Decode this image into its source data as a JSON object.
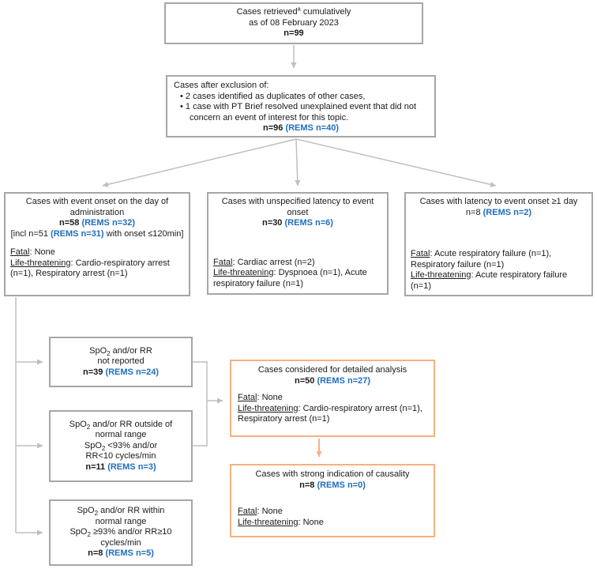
{
  "colors": {
    "blue": "#1F6EBE",
    "border_gray": "#A6A6A6",
    "arrow_gray": "#BFBFBF",
    "orange": "#F4B183",
    "text": "#1A1A1A"
  },
  "boxes": {
    "retrieved": {
      "lines": [
        {
          "a": "c",
          "segs": [
            {
              "t": "Cases retrieved",
              "s": ""
            },
            {
              "t": "a",
              "s": "sup"
            },
            {
              "t": " cumulatively",
              "s": ""
            }
          ]
        },
        {
          "a": "c",
          "segs": [
            {
              "t": "as of 08 February 2023",
              "s": ""
            }
          ]
        },
        {
          "a": "c",
          "segs": [
            {
              "t": "n=99",
              "s": "b"
            }
          ]
        }
      ]
    },
    "exclusion": {
      "lines": [
        {
          "a": "l",
          "segs": [
            {
              "t": "Cases after exclusion of:",
              "s": ""
            }
          ]
        },
        {
          "a": "l",
          "bullet": true,
          "segs": [
            {
              "t": "•  ",
              "s": ""
            },
            {
              "t": "2 cases identified as duplicates of other cases,",
              "s": ""
            }
          ]
        },
        {
          "a": "l",
          "bullet": true,
          "segs": [
            {
              "t": "•  ",
              "s": ""
            },
            {
              "t": "1 case with PT Brief resolved unexplained event that did not concern an event of interest for this topic.",
              "s": ""
            }
          ]
        },
        {
          "a": "c",
          "segs": [
            {
              "t": "n=96",
              "s": "b"
            },
            {
              "t": " ",
              "s": ""
            },
            {
              "t": "(REMS n=40)",
              "s": "bb"
            }
          ]
        }
      ]
    },
    "onset_day": {
      "lines": [
        {
          "a": "c",
          "segs": [
            {
              "t": "Cases with event onset on the day of administration",
              "s": ""
            }
          ]
        },
        {
          "a": "c",
          "segs": [
            {
              "t": "n=58",
              "s": "b"
            },
            {
              "t": " ",
              "s": ""
            },
            {
              "t": "(REMS n=32)",
              "s": "bb"
            }
          ]
        },
        {
          "a": "c",
          "segs": [
            {
              "t": "[incl n=51 ",
              "s": ""
            },
            {
              "t": "(REMS n=31)",
              "s": "bb"
            },
            {
              "t": " with onset ≤120min]",
              "s": ""
            }
          ]
        },
        {
          "gap": 10
        },
        {
          "a": "l",
          "segs": [
            {
              "t": "Fatal",
              "s": "u"
            },
            {
              "t": ": None",
              "s": ""
            }
          ]
        },
        {
          "a": "l",
          "segs": [
            {
              "t": "Life-threatening",
              "s": "u"
            },
            {
              "t": ": Cardio-respiratory arrest (n=1), Respiratory arrest (n=1)",
              "s": ""
            }
          ]
        }
      ]
    },
    "unspecified": {
      "lines": [
        {
          "a": "c",
          "segs": [
            {
              "t": "Cases with unspecified latency to event onset",
              "s": ""
            }
          ]
        },
        {
          "a": "c",
          "segs": [
            {
              "t": "n=30",
              "s": "b"
            },
            {
              "t": " ",
              "s": ""
            },
            {
              "t": "(REMS n=6)",
              "s": "bb"
            }
          ]
        },
        {
          "gap": 36
        },
        {
          "a": "l",
          "segs": [
            {
              "t": "Fatal",
              "s": "u"
            },
            {
              "t": ": Cardiac arrest (n=2)",
              "s": ""
            }
          ]
        },
        {
          "a": "l",
          "segs": [
            {
              "t": "Life-threatening",
              "s": "u"
            },
            {
              "t": ": Dyspnoea (n=1), Acute respiratory failure (n=1)",
              "s": ""
            }
          ]
        }
      ]
    },
    "latency": {
      "lines": [
        {
          "a": "c",
          "segs": [
            {
              "t": "Cases with latency to event onset ≥1 day",
              "s": ""
            }
          ]
        },
        {
          "a": "c",
          "segs": [
            {
              "t": "n=8 ",
              "s": ""
            },
            {
              "t": "(REMS n=2)",
              "s": "bb"
            }
          ]
        },
        {
          "gap": 40
        },
        {
          "a": "l",
          "segs": [
            {
              "t": "Fatal",
              "s": "u"
            },
            {
              "t": ": Acute respiratory failure (n=1), Respiratory failure (n=1)",
              "s": ""
            }
          ]
        },
        {
          "a": "l",
          "segs": [
            {
              "t": "Life-threatening",
              "s": "u"
            },
            {
              "t": ": Acute respiratory failure (n=1)",
              "s": ""
            }
          ]
        }
      ]
    },
    "spo2_not_reported": {
      "lines": [
        {
          "a": "c",
          "segs": [
            {
              "t": "SpO",
              "s": ""
            },
            {
              "t": "2",
              "s": "sub"
            },
            {
              "t": " and/or RR",
              "s": ""
            }
          ]
        },
        {
          "a": "c",
          "segs": [
            {
              "t": "not reported",
              "s": ""
            }
          ]
        },
        {
          "a": "c",
          "segs": [
            {
              "t": "n=39",
              "s": "b"
            },
            {
              "t": " ",
              "s": ""
            },
            {
              "t": "(REMS n=24)",
              "s": "bb"
            }
          ]
        }
      ]
    },
    "spo2_outside": {
      "lines": [
        {
          "a": "c",
          "segs": [
            {
              "t": "SpO",
              "s": ""
            },
            {
              "t": "2",
              "s": "sub"
            },
            {
              "t": " and/or RR outside of",
              "s": ""
            }
          ]
        },
        {
          "a": "c",
          "segs": [
            {
              "t": "normal range",
              "s": ""
            }
          ]
        },
        {
          "a": "c",
          "segs": [
            {
              "t": "SpO",
              "s": ""
            },
            {
              "t": "2",
              "s": "sub"
            },
            {
              "t": " <93% and/or",
              "s": ""
            }
          ]
        },
        {
          "a": "c",
          "segs": [
            {
              "t": "RR<10 cycles/min",
              "s": ""
            }
          ]
        },
        {
          "a": "c",
          "segs": [
            {
              "t": "n=11",
              "s": "b"
            },
            {
              "t": " ",
              "s": ""
            },
            {
              "t": "(REMS n=3)",
              "s": "bb"
            }
          ]
        }
      ]
    },
    "spo2_within": {
      "lines": [
        {
          "a": "c",
          "segs": [
            {
              "t": "SpO",
              "s": ""
            },
            {
              "t": "2",
              "s": "sub"
            },
            {
              "t": " and/or RR within",
              "s": ""
            }
          ]
        },
        {
          "a": "c",
          "segs": [
            {
              "t": "normal range",
              "s": ""
            }
          ]
        },
        {
          "a": "c",
          "segs": [
            {
              "t": "SpO",
              "s": ""
            },
            {
              "t": "2",
              "s": "sub"
            },
            {
              "t": " ≥93% and/or RR≥10",
              "s": ""
            }
          ]
        },
        {
          "a": "c",
          "segs": [
            {
              "t": "cycles/min",
              "s": ""
            }
          ]
        },
        {
          "a": "c",
          "segs": [
            {
              "t": "n=8",
              "s": "b"
            },
            {
              "t": " ",
              "s": ""
            },
            {
              "t": "(REMS n=5)",
              "s": "bb"
            }
          ]
        }
      ]
    },
    "detailed": {
      "lines": [
        {
          "a": "c",
          "segs": [
            {
              "t": "Cases considered for detailed analysis",
              "s": ""
            }
          ]
        },
        {
          "a": "c",
          "segs": [
            {
              "t": "n=50",
              "s": "b"
            },
            {
              "t": " ",
              "s": ""
            },
            {
              "t": "(REMS n=27)",
              "s": "bb"
            }
          ]
        },
        {
          "gap": 8
        },
        {
          "a": "l",
          "segs": [
            {
              "t": "Fatal",
              "s": "u"
            },
            {
              "t": ": None",
              "s": ""
            }
          ]
        },
        {
          "a": "l",
          "segs": [
            {
              "t": "Life-threatening",
              "s": "u"
            },
            {
              "t": ": Cardio-respiratory arrest (n=1), Respiratory arrest (n=1)",
              "s": ""
            }
          ]
        }
      ]
    },
    "causality": {
      "lines": [
        {
          "a": "c",
          "segs": [
            {
              "t": "Cases with strong indication of causality",
              "s": ""
            }
          ]
        },
        {
          "a": "c",
          "segs": [
            {
              "t": "n=8",
              "s": "b"
            },
            {
              "t": " ",
              "s": ""
            },
            {
              "t": "(REMS n=0)",
              "s": "bb"
            }
          ]
        },
        {
          "gap": 20
        },
        {
          "a": "l",
          "segs": [
            {
              "t": "Fatal",
              "s": "u"
            },
            {
              "t": ": None",
              "s": ""
            }
          ]
        },
        {
          "a": "l",
          "segs": [
            {
              "t": "Life-threatening",
              "s": "u"
            },
            {
              "t": ": None",
              "s": ""
            }
          ]
        }
      ]
    }
  }
}
